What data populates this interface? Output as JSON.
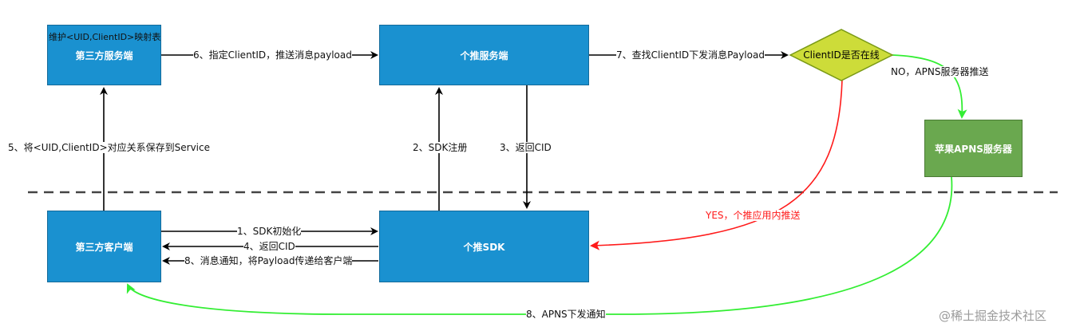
{
  "nodes": {
    "third_server": "第三方服务端",
    "third_server_note": "维护<UID,ClientID>映射表",
    "getui_server": "个推服务端",
    "decision": "ClientID是否在线",
    "apns": "苹果APNS服务器",
    "third_client": "第三方客户端",
    "getui_sdk": "个推SDK"
  },
  "edges": {
    "e1": "1、SDK初始化",
    "e2": "2、SDK注册",
    "e3": "3、返回CID",
    "e4": "4、返回CID",
    "e5": "5、将<UID,ClientID>对应关系保存到Service",
    "e6": "6、指定ClientID，推送消息payload",
    "e7": "7、查找ClientID下发消息Payload",
    "e8": "8、消息通知，将Payload传递给客户端",
    "e8_apns": "8、APNS下发通知",
    "yes": "YES，个推应用内推送",
    "no": "NO，APNS服务器推送"
  },
  "watermark": "@稀土掘金技术社区",
  "colors": {
    "box_fill": "#1a91d0",
    "decision_fill": "#cddc39",
    "apns_fill": "#6aa84f",
    "yes_line": "#ff1a1a",
    "apns_line": "#33ee33"
  }
}
